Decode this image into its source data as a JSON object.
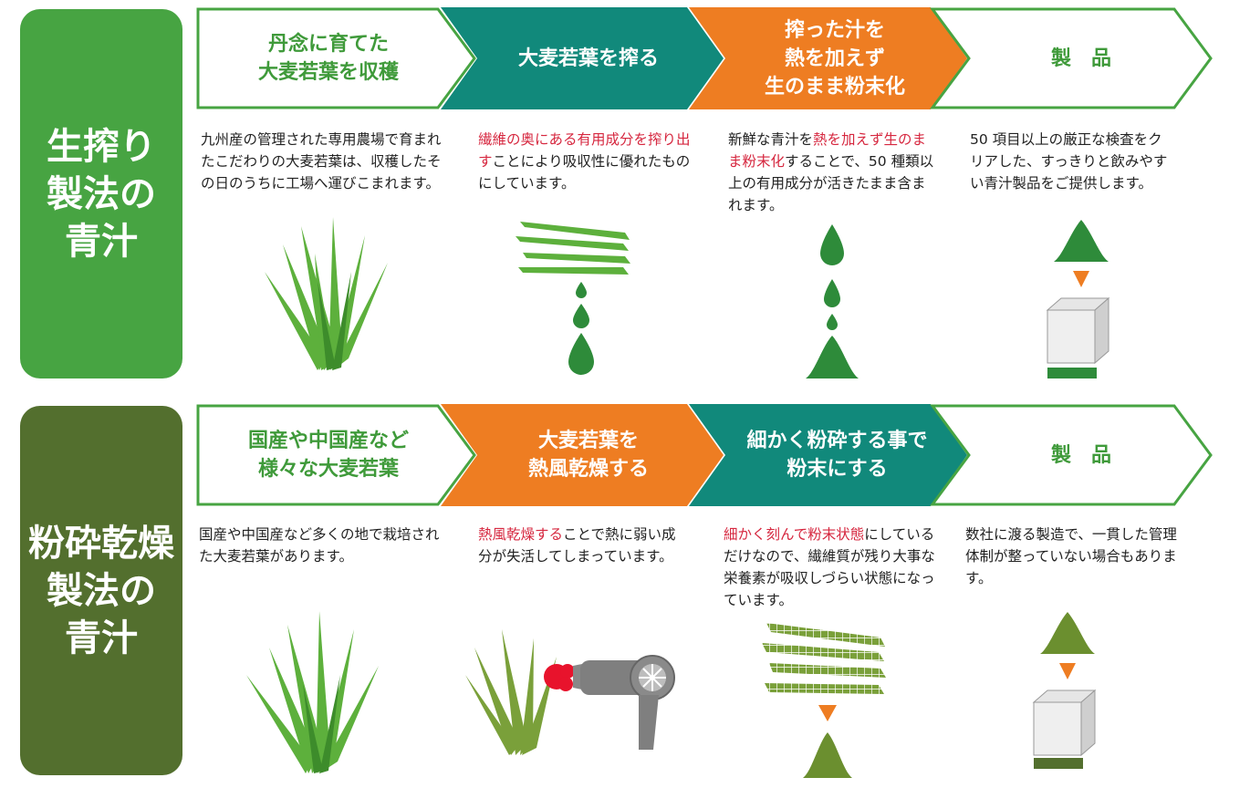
{
  "colors": {
    "green": "#47a442",
    "olive": "#536f2e",
    "teal": "#11897b",
    "orange": "#ee7d22",
    "highlight": "#d6273f",
    "white_step_text": "#3f9a3a"
  },
  "rows": [
    {
      "label": "生搾り\n製法の\n青汁",
      "steps": [
        {
          "text": "丹念に育てた\n大麦若葉を収穫",
          "style": "white"
        },
        {
          "text": "大麦若葉を搾る",
          "style": "teal"
        },
        {
          "text": "搾った汁を\n熱を加えず\n生のまま粉末化",
          "style": "orange"
        },
        {
          "text": "製　品",
          "style": "white"
        }
      ],
      "descriptions": [
        {
          "parts": [
            {
              "text": "九州産の管理された専用農場で育まれたこだわりの大麦若葉は、収穫したその日のうちに工場へ運びこまれます。",
              "hl": false
            }
          ]
        },
        {
          "parts": [
            {
              "text": "繊維の奥にある有用成分を搾り出す",
              "hl": true
            },
            {
              "text": "ことにより吸収性に優れたものにしています。",
              "hl": false
            }
          ]
        },
        {
          "parts": [
            {
              "text": "新鮮な青汁を",
              "hl": false
            },
            {
              "text": "熱を加えず生のまま粉末化",
              "hl": true
            },
            {
              "text": "することで、50 種類以上の有用成分が活きたまま含まれます。",
              "hl": false
            }
          ]
        },
        {
          "parts": [
            {
              "text": "50 項目以上の厳正な検査をクリアした、すっきりと飲みやすい青汁製品をご提供します。",
              "hl": false
            }
          ]
        }
      ]
    },
    {
      "label": "粉砕乾燥\n製法の\n青汁",
      "steps": [
        {
          "text": "国産や中国産など\n様々な大麦若葉",
          "style": "white"
        },
        {
          "text": "大麦若葉を\n熱風乾燥する",
          "style": "orange"
        },
        {
          "text": "細かく粉砕する事で\n粉末にする",
          "style": "teal"
        },
        {
          "text": "製　品",
          "style": "white"
        }
      ],
      "descriptions": [
        {
          "parts": [
            {
              "text": "国産や中国産など多くの地で栽培された大麦若葉があります。",
              "hl": false
            }
          ]
        },
        {
          "parts": [
            {
              "text": "熱風乾燥する",
              "hl": true
            },
            {
              "text": "ことで熱に弱い成分が失活してしまっています。",
              "hl": false
            }
          ]
        },
        {
          "parts": [
            {
              "text": "細かく刻んで粉末状態",
              "hl": true
            },
            {
              "text": "にしているだけなので、繊維質が残り大事な栄養素が吸収しづらい状態になっています。",
              "hl": false
            }
          ]
        },
        {
          "parts": [
            {
              "text": "数社に渡る製造で、一貫した管理体制が整っていない場合もあります。",
              "hl": false
            }
          ]
        }
      ]
    }
  ]
}
